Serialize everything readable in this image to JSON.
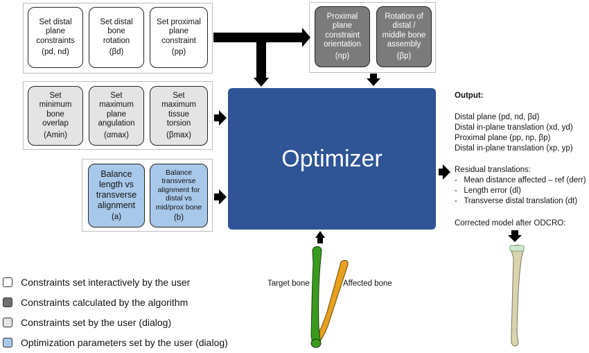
{
  "groups": {
    "interactive": [
      {
        "lines": "Set distal\nplane\nconstraints",
        "var": "(pd, nd)"
      },
      {
        "lines": "Set distal\nbone\nrotation",
        "var": "(βd)"
      },
      {
        "lines": "Set proximal\nplane\nconstraint",
        "var": "(pp)"
      }
    ],
    "algorithm": [
      {
        "lines": "Proximal\nplane\nconstraint\norientation",
        "var": "(np)"
      },
      {
        "lines": "Rotation of\ndistal /\nmiddle bone\nassembly",
        "var": "(βp)"
      }
    ],
    "dialog": [
      {
        "lines": "Set\nminimum\nbone\noverlap",
        "var": "(Amin)"
      },
      {
        "lines": "Set\nmaximum\nplane\nangulation",
        "var": "(αmax)"
      },
      {
        "lines": "Set\nmaximum\ntissue\ntorsion",
        "var": "(βmax)"
      }
    ],
    "optimization": [
      {
        "lines": "Balance\nlength vs\ntransverse\nalignment",
        "var": "(a)"
      },
      {
        "lines": "Balance\ntransverse\nalignment for\ndistal vs\nmid/prox bone",
        "var": "(b)"
      }
    ]
  },
  "optimizer_label": "Optimizer",
  "output": {
    "heading": "Output:",
    "lines": [
      "Distal plane (pd, nd, βd)",
      "Distal in-plane translation (xd, yd)",
      "Proximal plane (pp, np, βp)",
      "Distal in-plane translation (xp, yp)"
    ],
    "residual_heading": "Residual translations:",
    "residual_lines": [
      "-   Mean distance affected – ref (derr)",
      "-   Length error (dl)",
      "-   Transverse distal translation (dt)"
    ],
    "corrected": "Corrected model after ODCRO:"
  },
  "bones": {
    "target_label": "Target bone",
    "affected_label": "Affected bone"
  },
  "legend": [
    {
      "label": "Constraints set interactively by the user",
      "color": "#ffffff"
    },
    {
      "label": "Constraints calculated by the algorithm",
      "color": "#707070"
    },
    {
      "label": "Constraints set by the user (dialog)",
      "color": "#e4e4e4"
    },
    {
      "label": "Optimization parameters set by the user (dialog)",
      "color": "#a8c8ea"
    }
  ],
  "colors": {
    "optimizer": "#2f5597",
    "target_bone": "#3a9a1e",
    "affected_bone": "#e8a020"
  }
}
